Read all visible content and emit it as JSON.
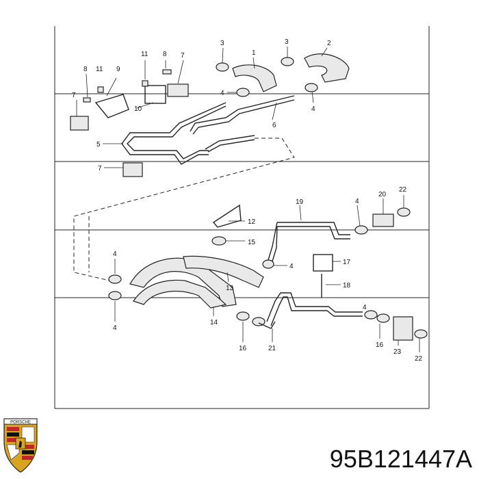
{
  "part_number": "95B121447A",
  "logo": {
    "name": "porsche-crest-icon",
    "lettering": "PORSCHE"
  },
  "colors": {
    "line": "#222222",
    "hose_fill": "#e9e9e9",
    "crest_gold": "#d9a520",
    "crest_red": "#c0272d"
  },
  "callouts": {
    "c1": "1",
    "c2": "2",
    "c3a": "3",
    "c3b": "3",
    "c4a": "4",
    "c4b": "4",
    "c4c": "4",
    "c4d": "4",
    "c4e": "4",
    "c4f": "4",
    "c4g": "4",
    "c5": "5",
    "c6": "6",
    "c7a": "7",
    "c7b": "7",
    "c7c": "7",
    "c8a": "8",
    "c8b": "8",
    "c9": "9",
    "c10": "10",
    "c11a": "11",
    "c11b": "11",
    "c12": "12",
    "c13": "13",
    "c14": "14",
    "c15": "15",
    "c16a": "16",
    "c16b": "16",
    "c17": "17",
    "c18": "18",
    "c19": "19",
    "c20": "20",
    "c21": "21",
    "c22a": "22",
    "c22b": "22",
    "c23": "23"
  }
}
